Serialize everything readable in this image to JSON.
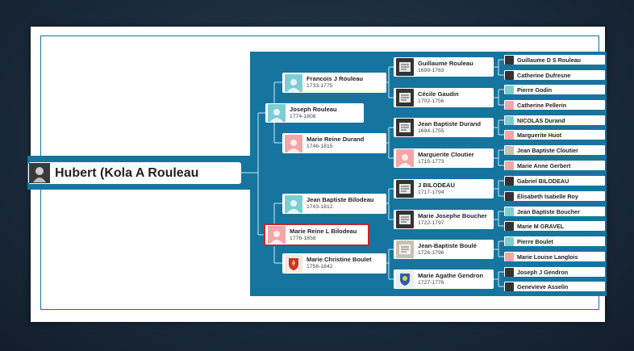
{
  "root": {
    "name": "Hubert (Kola A Rouleau",
    "photo_icon": "portrait-photo"
  },
  "gen1": [
    {
      "name": "Joseph Rouleau",
      "dates": "1774-1808",
      "sex": "m"
    },
    {
      "name": "Marie Reine L Bilodeau",
      "dates": "1776-1858",
      "sex": "f",
      "selected": true
    }
  ],
  "gen2": [
    {
      "name": "Francois J Rouleau",
      "dates": "1733-1775",
      "sex": "m"
    },
    {
      "name": "Marie Reine Durand",
      "dates": "1746-1815",
      "sex": "f"
    },
    {
      "name": "Jean Baptiste Bilodeau",
      "dates": "1743-1812",
      "sex": "m"
    },
    {
      "name": "Marie Christine Boulet",
      "dates": "1756-1842",
      "sex": "crest"
    }
  ],
  "gen3": [
    {
      "name": "Guillaume Rouleau",
      "dates": "1699-1763",
      "sex": "photo"
    },
    {
      "name": "Cécile Gaudin",
      "dates": "1702-1756",
      "sex": "photo"
    },
    {
      "name": "Jean Baptiste Durand",
      "dates": "1694-1755",
      "sex": "photo"
    },
    {
      "name": "Marguerite Cloutier",
      "dates": "1715-1773",
      "sex": "f"
    },
    {
      "name": "J BILODEAU",
      "dates": "1717-1794",
      "sex": "photo"
    },
    {
      "name": "Marie Josephe Boucher",
      "dates": "1722-1797",
      "sex": "photo"
    },
    {
      "name": "Jean-Baptiste Boulé",
      "dates": "1726-1796",
      "sex": "photo2"
    },
    {
      "name": "Marie Agathe Gendron",
      "dates": "1727-1776",
      "sex": "shield"
    }
  ],
  "gen4": [
    {
      "name": "Guillaume D S Rouleau",
      "sex": "photo"
    },
    {
      "name": "Catherine Dufresne",
      "sex": "photo"
    },
    {
      "name": "Pierre Godin",
      "sex": "m"
    },
    {
      "name": "Catherine Pellerin",
      "sex": "f"
    },
    {
      "name": "NICOLAS Durand",
      "sex": "m"
    },
    {
      "name": "Marguerite Huot",
      "sex": "f"
    },
    {
      "name": "Jean Baptiste Cloutier",
      "sex": "photo2"
    },
    {
      "name": "Marie Anne Gerbert",
      "sex": "f"
    },
    {
      "name": "Gabriel BILODEAU",
      "sex": "photo"
    },
    {
      "name": "Élisabeth Isabelle Roy",
      "sex": "photo"
    },
    {
      "name": "Jean Baptiste Boucher",
      "sex": "m"
    },
    {
      "name": "Marie M GRAVEL",
      "sex": "photo"
    },
    {
      "name": "Pierre Boulet",
      "sex": "m"
    },
    {
      "name": "Marie Louise Langlois",
      "sex": "f"
    },
    {
      "name": "Joseph J Gendron",
      "sex": "photo"
    },
    {
      "name": "Genevieve Asselin",
      "sex": "photo"
    }
  ],
  "colors": {
    "tree_bg": "#16759f",
    "male": "#7dcdd3",
    "female": "#f2a6a8",
    "selected": "#c0282d",
    "slide_bg": "#1b2b3e"
  }
}
